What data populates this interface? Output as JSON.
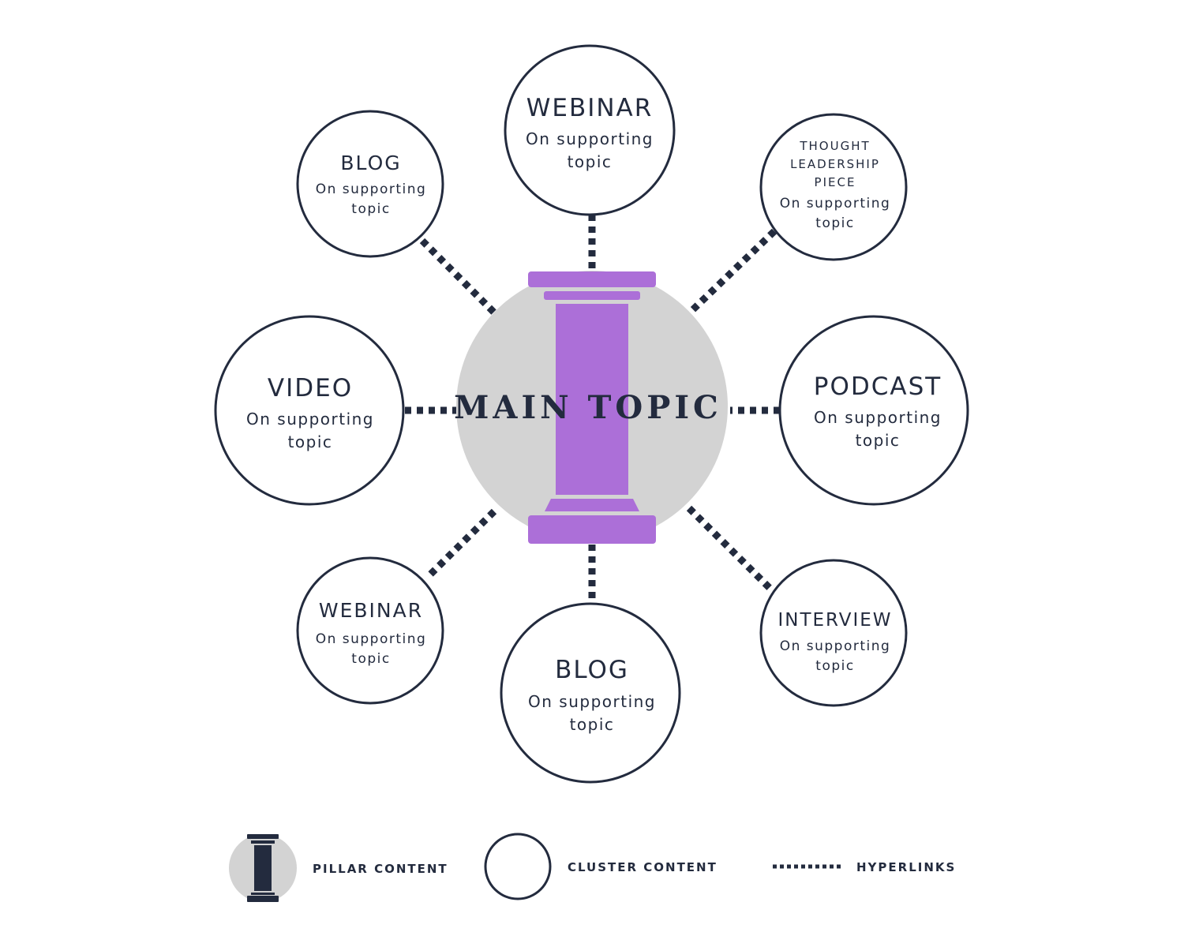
{
  "center": {
    "title": "MAIN TOPIC"
  },
  "nodes": [
    {
      "title": "WEBINAR",
      "sub1": "On supporting",
      "sub2": "topic"
    },
    {
      "title_lines": [
        "THOUGHT",
        "LEADERSHIP",
        "PIECE"
      ],
      "sub1": "On supporting",
      "sub2": "topic"
    },
    {
      "title": "PODCAST",
      "sub1": "On supporting",
      "sub2": "topic"
    },
    {
      "title": "INTERVIEW",
      "sub1": "On supporting",
      "sub2": "topic"
    },
    {
      "title": "BLOG",
      "sub1": "On supporting",
      "sub2": "topic"
    },
    {
      "title": "WEBINAR",
      "sub1": "On supporting",
      "sub2": "topic"
    },
    {
      "title": "VIDEO",
      "sub1": "On supporting",
      "sub2": "topic"
    },
    {
      "title": "BLOG",
      "sub1": "On supporting",
      "sub2": "topic"
    }
  ],
  "legend": {
    "pillar": "PILLAR CONTENT",
    "cluster": "CLUSTER CONTENT",
    "hyperlinks": "HYPERLINKS"
  },
  "colors": {
    "ink": "#232b3e",
    "pillar": "#ac6fd8",
    "disc": "#d3d3d3",
    "white": "#ffffff"
  }
}
